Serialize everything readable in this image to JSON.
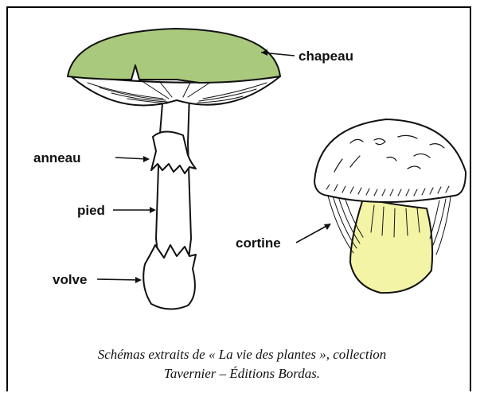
{
  "labels": {
    "chapeau": "chapeau",
    "anneau": "anneau",
    "pied": "pied",
    "volve": "volve",
    "cortine": "cortine"
  },
  "caption": {
    "line1": "Schémas extraits de « La vie des plantes », collection",
    "line2": "Tavernier – Éditions Bordas."
  },
  "colors": {
    "cap_green": "#a9c97d",
    "cap2_yellow": "#f4f4a6",
    "outline": "#111111"
  }
}
